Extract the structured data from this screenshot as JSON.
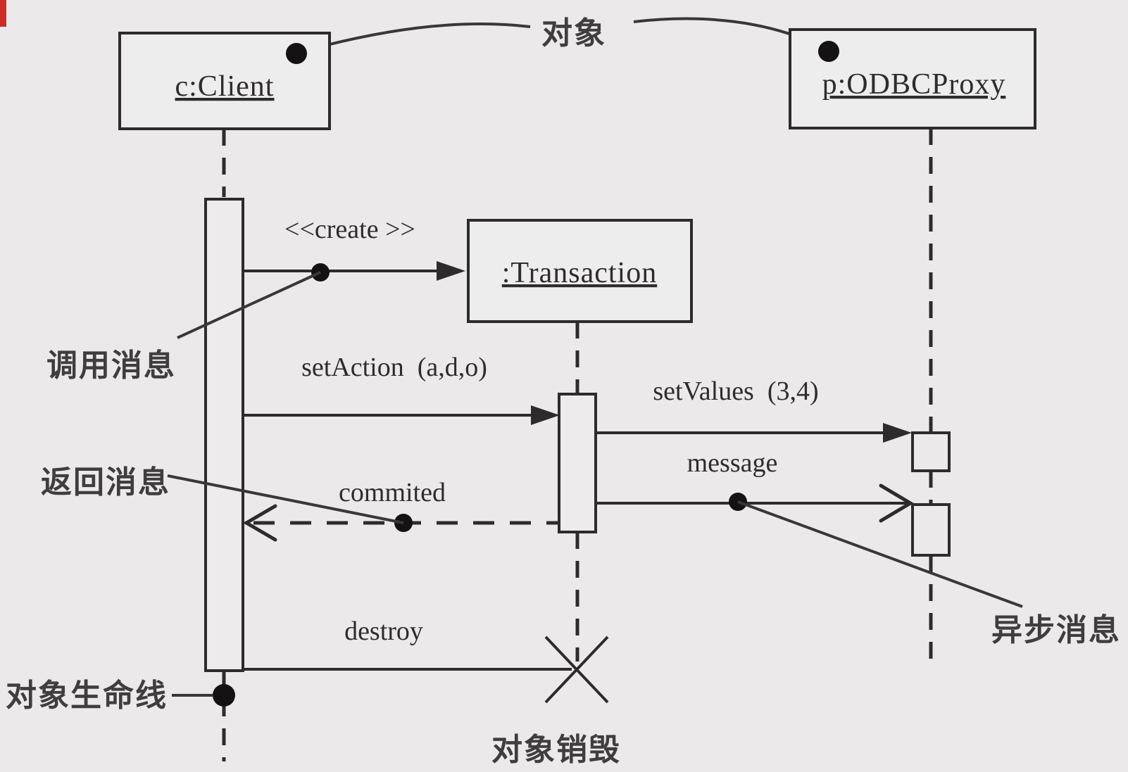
{
  "colors": {
    "background": "#ebe9ea",
    "ink": "#2d2b2c",
    "box_fill": "#eeedee",
    "red_edge": "#cf2b24"
  },
  "objects": {
    "client": {
      "name": "c:Client"
    },
    "transaction": {
      "name": ":Transaction"
    },
    "proxy": {
      "name": "p:ODBCProxy"
    }
  },
  "messages": {
    "create": {
      "label": "<<create >>"
    },
    "set_action": {
      "label": "setAction  (a,d,o)"
    },
    "set_values": {
      "label": "setValues  (3,4)"
    },
    "async_message": {
      "label": "message"
    },
    "commited": {
      "label": "commited"
    },
    "destroy": {
      "label": "destroy"
    }
  },
  "annotations": {
    "object": "对象",
    "call_message": "调用消息",
    "return_message": "返回消息",
    "async_message": "异步消息",
    "object_lifeline": "对象生命线",
    "object_destroyed": "对象销毁"
  }
}
